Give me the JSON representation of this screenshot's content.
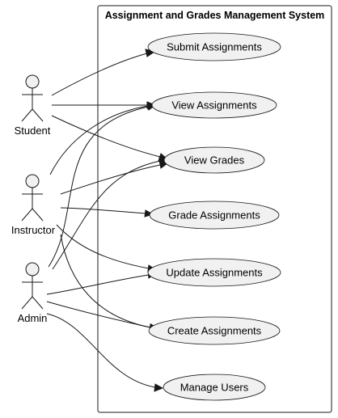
{
  "system": {
    "title": "Assignment and Grades Management System"
  },
  "actors": [
    {
      "id": "student",
      "label": "Student"
    },
    {
      "id": "instructor",
      "label": "Instructor"
    },
    {
      "id": "admin",
      "label": "Admin"
    }
  ],
  "usecases": [
    {
      "id": "submit",
      "label": "Submit Assignments"
    },
    {
      "id": "view",
      "label": "View Assignments"
    },
    {
      "id": "grades",
      "label": "View Grades"
    },
    {
      "id": "grade",
      "label": "Grade Assignments"
    },
    {
      "id": "update",
      "label": "Update Assignments"
    },
    {
      "id": "create",
      "label": "Create Assignments"
    },
    {
      "id": "manage",
      "label": "Manage Users"
    }
  ],
  "associations": [
    {
      "from": "student",
      "to": "submit"
    },
    {
      "from": "student",
      "to": "view"
    },
    {
      "from": "student",
      "to": "grades"
    },
    {
      "from": "instructor",
      "to": "view"
    },
    {
      "from": "instructor",
      "to": "grades"
    },
    {
      "from": "instructor",
      "to": "grade"
    },
    {
      "from": "instructor",
      "to": "update"
    },
    {
      "from": "instructor",
      "to": "create"
    },
    {
      "from": "admin",
      "to": "view"
    },
    {
      "from": "admin",
      "to": "grades"
    },
    {
      "from": "admin",
      "to": "update"
    },
    {
      "from": "admin",
      "to": "create"
    },
    {
      "from": "admin",
      "to": "manage"
    }
  ],
  "colors": {
    "usecase_fill": "#f1f1f1",
    "stroke": "#181818",
    "background": "#ffffff"
  }
}
